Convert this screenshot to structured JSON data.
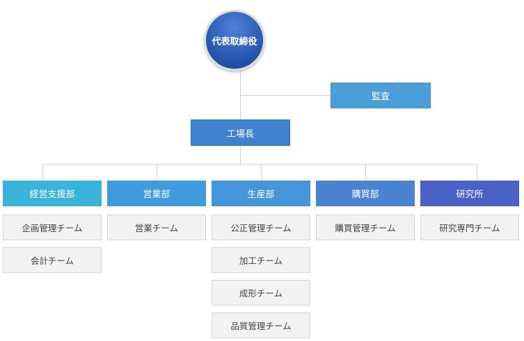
{
  "colors": {
    "line": "#cfcfcf",
    "audit": "#4b9fd9",
    "plant": "#3f82d0",
    "team_bg": "#f2f2f2",
    "team_text": "#444444"
  },
  "ceo": {
    "label": "代表取締役"
  },
  "audit": {
    "label": "監査"
  },
  "plant_manager": {
    "label": "工場長"
  },
  "departments": [
    {
      "label": "経営支援部",
      "color": "#39b3d9",
      "teams": [
        "企画管理チーム",
        "会計チーム"
      ]
    },
    {
      "label": "営業部",
      "color": "#3f9bdb",
      "teams": [
        "営業チーム"
      ]
    },
    {
      "label": "生産部",
      "color": "#4596d8",
      "teams": [
        "公正管理チーム",
        "加工チーム",
        "成形チーム",
        "品質管理チーム"
      ]
    },
    {
      "label": "購買部",
      "color": "#4a84d0",
      "teams": [
        "購買管理チーム"
      ]
    },
    {
      "label": "研究所",
      "color": "#4a62c8",
      "teams": [
        "研究専門チーム"
      ]
    }
  ]
}
